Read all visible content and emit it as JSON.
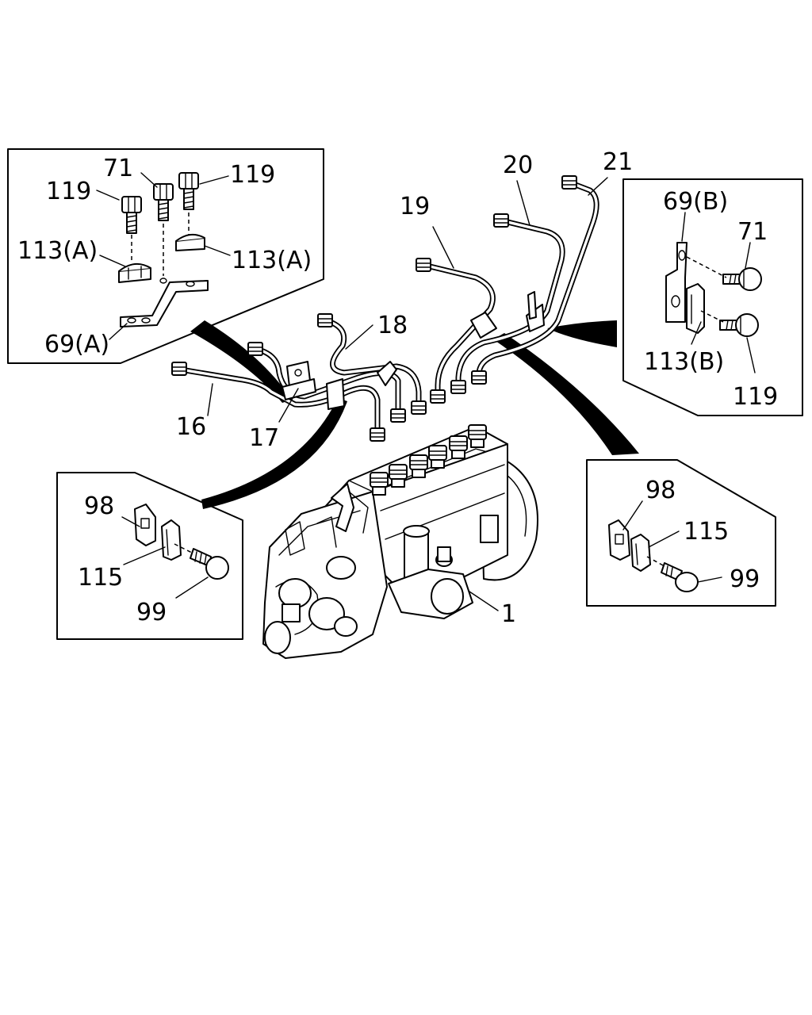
{
  "callouts": {
    "inset_top_left": {
      "bolt_119_left": "119",
      "bolt_71": "71",
      "bolt_119_right": "119",
      "clamp_113a_left": "113(A)",
      "clamp_113a_right": "113(A)",
      "bracket_69a": "69(A)"
    },
    "inset_top_right": {
      "bracket_69b": "69(B)",
      "bolt_71": "71",
      "clamp_113b": "113(B)",
      "bolt_119": "119"
    },
    "inset_bottom_left": {
      "clip_98": "98",
      "clamp_115": "115",
      "bolt_99": "99"
    },
    "inset_bottom_right": {
      "clip_98": "98",
      "clamp_115": "115",
      "bolt_99": "99"
    },
    "main": {
      "pipe_16": "16",
      "clamp_17": "17",
      "pipe_18": "18",
      "pipe_19": "19",
      "pipe_20": "20",
      "pipe_21": "21",
      "pump_1": "1"
    }
  }
}
